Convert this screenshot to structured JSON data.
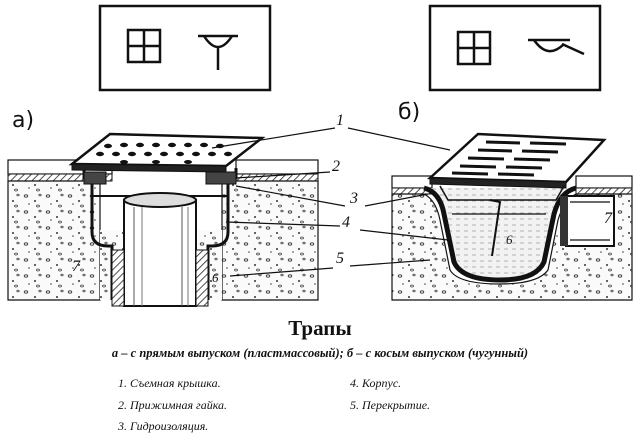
{
  "panel_labels": {
    "a": "а)",
    "b": "б)"
  },
  "callouts": [
    "1",
    "2",
    "3",
    "4",
    "5",
    "7",
    "6",
    "6",
    "7"
  ],
  "title": "Трапы",
  "subtitle": "а – с прямым выпуском (пластмассовый); б – с косым выпуском (чугунный)",
  "legend": [
    "1. Съемная крышка.",
    "2. Прижимная гайка.",
    "3. Гидроизоляция.",
    "4. Корпус.",
    "5. Перекрытие."
  ]
}
